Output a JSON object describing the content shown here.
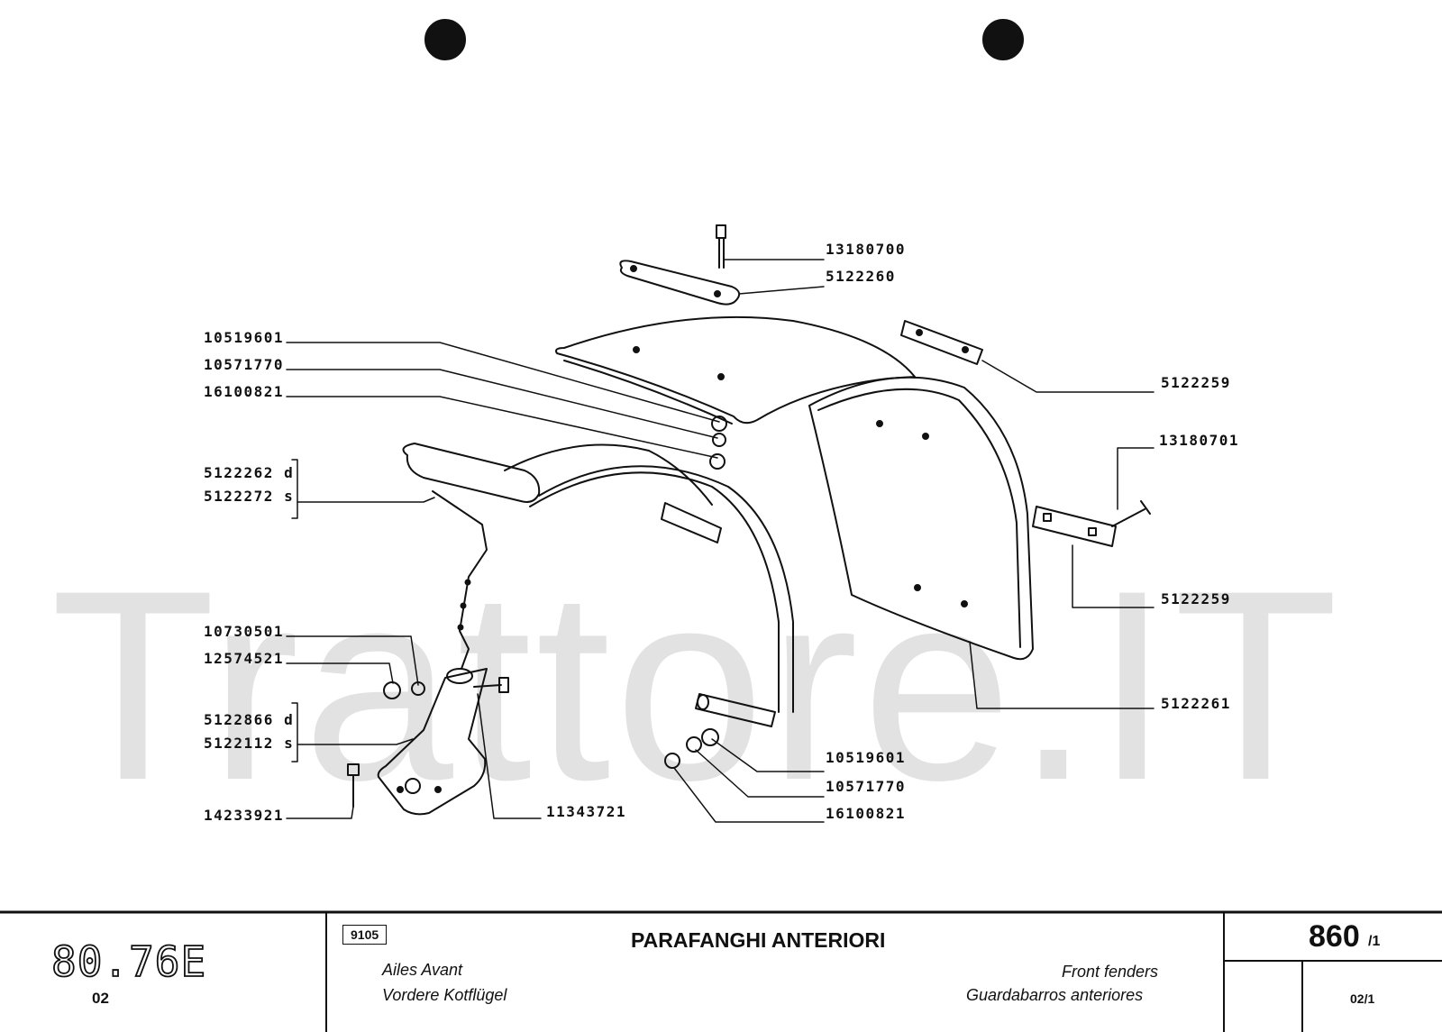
{
  "watermark": "Trattore.IT",
  "part_labels": [
    {
      "id": "top-bolt",
      "text": "13180700"
    },
    {
      "id": "top-plate",
      "text": "5122260"
    },
    {
      "id": "left-washer-1",
      "text": "10519601"
    },
    {
      "id": "left-washer-2",
      "text": "10571770"
    },
    {
      "id": "left-nut",
      "text": "16100821"
    },
    {
      "id": "frame-d",
      "text": "5122262 d"
    },
    {
      "id": "frame-s",
      "text": "5122272 s"
    },
    {
      "id": "right-plate-1",
      "text": "5122259"
    },
    {
      "id": "right-bolt",
      "text": "13180701"
    },
    {
      "id": "right-plate-2",
      "text": "5122259"
    },
    {
      "id": "fender-panel",
      "text": "5122261"
    },
    {
      "id": "bracket-washer",
      "text": "10730501"
    },
    {
      "id": "bracket-nut",
      "text": "12574521"
    },
    {
      "id": "bracket-d",
      "text": "5122866 d"
    },
    {
      "id": "bracket-s",
      "text": "5122112 s"
    },
    {
      "id": "bracket-bolt",
      "text": "14233921"
    },
    {
      "id": "bracket-screw",
      "text": "11343721"
    },
    {
      "id": "lower-washer-1",
      "text": "10519601"
    },
    {
      "id": "lower-washer-2",
      "text": "10571770"
    },
    {
      "id": "lower-nut",
      "text": "16100821"
    }
  ],
  "footer": {
    "model": "80.76E",
    "model_sub": "02",
    "code": "9105",
    "title_it": "PARAFANGHI ANTERIORI",
    "title_fr": "Ailes Avant",
    "title_de": "Vordere Kotflügel",
    "title_en": "Front fenders",
    "title_es": "Guardabarros anteriores",
    "page": "860",
    "page_suffix": "/1",
    "page_sub": "02/1"
  }
}
